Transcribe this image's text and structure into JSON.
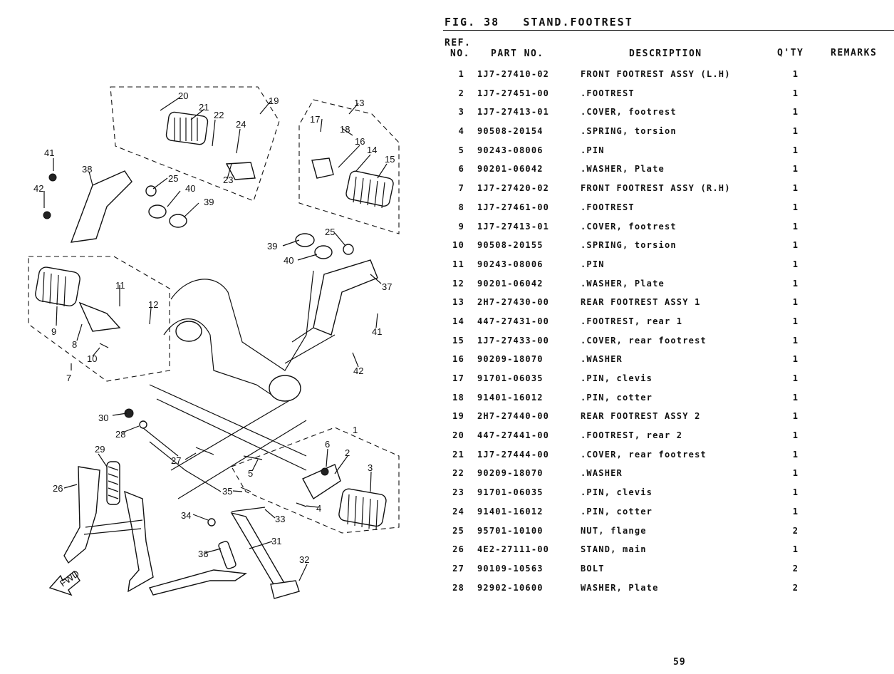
{
  "figure": {
    "label": "FIG. 38",
    "title": "STAND.FOOTREST"
  },
  "table": {
    "headers": {
      "ref_line1": "REF.",
      "ref_line2": "NO.",
      "part": "PART NO.",
      "desc": "DESCRIPTION",
      "qty": "Q'TY",
      "remarks": "REMARKS"
    },
    "rows": [
      {
        "ref": "1",
        "part": "1J7-27410-02",
        "desc": "FRONT FOOTREST ASSY (L.H)",
        "qty": "1"
      },
      {
        "ref": "2",
        "part": "1J7-27451-00",
        "desc": ".FOOTREST",
        "qty": "1"
      },
      {
        "ref": "3",
        "part": "1J7-27413-01",
        "desc": ".COVER, footrest",
        "qty": "1"
      },
      {
        "ref": "4",
        "part": "90508-20154",
        "desc": ".SPRING, torsion",
        "qty": "1"
      },
      {
        "ref": "5",
        "part": "90243-08006",
        "desc": ".PIN",
        "qty": "1"
      },
      {
        "ref": "6",
        "part": "90201-06042",
        "desc": ".WASHER, Plate",
        "qty": "1"
      },
      {
        "ref": "7",
        "part": "1J7-27420-02",
        "desc": "FRONT FOOTREST ASSY (R.H)",
        "qty": "1"
      },
      {
        "ref": "8",
        "part": "1J7-27461-00",
        "desc": ".FOOTREST",
        "qty": "1"
      },
      {
        "ref": "9",
        "part": "1J7-27413-01",
        "desc": ".COVER, footrest",
        "qty": "1"
      },
      {
        "ref": "10",
        "part": "90508-20155",
        "desc": ".SPRING, torsion",
        "qty": "1"
      },
      {
        "ref": "11",
        "part": "90243-08006",
        "desc": ".PIN",
        "qty": "1"
      },
      {
        "ref": "12",
        "part": "90201-06042",
        "desc": ".WASHER, Plate",
        "qty": "1"
      },
      {
        "ref": "13",
        "part": "2H7-27430-00",
        "desc": "REAR FOOTREST ASSY 1",
        "qty": "1"
      },
      {
        "ref": "14",
        "part": "447-27431-00",
        "desc": ".FOOTREST, rear 1",
        "qty": "1"
      },
      {
        "ref": "15",
        "part": "1J7-27433-00",
        "desc": ".COVER, rear footrest",
        "qty": "1"
      },
      {
        "ref": "16",
        "part": "90209-18070",
        "desc": ".WASHER",
        "qty": "1"
      },
      {
        "ref": "17",
        "part": "91701-06035",
        "desc": ".PIN, clevis",
        "qty": "1"
      },
      {
        "ref": "18",
        "part": "91401-16012",
        "desc": ".PIN, cotter",
        "qty": "1"
      },
      {
        "ref": "19",
        "part": "2H7-27440-00",
        "desc": "REAR FOOTREST ASSY 2",
        "qty": "1"
      },
      {
        "ref": "20",
        "part": "447-27441-00",
        "desc": ".FOOTREST, rear 2",
        "qty": "1"
      },
      {
        "ref": "21",
        "part": "1J7-27444-00",
        "desc": ".COVER, rear footrest",
        "qty": "1"
      },
      {
        "ref": "22",
        "part": "90209-18070",
        "desc": ".WASHER",
        "qty": "1"
      },
      {
        "ref": "23",
        "part": "91701-06035",
        "desc": ".PIN, clevis",
        "qty": "1"
      },
      {
        "ref": "24",
        "part": "91401-16012",
        "desc": ".PIN, cotter",
        "qty": "1"
      },
      {
        "ref": "25",
        "part": "95701-10100",
        "desc": "NUT, flange",
        "qty": "2"
      },
      {
        "ref": "26",
        "part": "4E2-27111-00",
        "desc": "STAND, main",
        "qty": "1"
      },
      {
        "ref": "27",
        "part": "90109-10563",
        "desc": "BOLT",
        "qty": "2"
      },
      {
        "ref": "28",
        "part": "92902-10600",
        "desc": "WASHER, Plate",
        "qty": "2"
      }
    ]
  },
  "diagram": {
    "fwd_label": "FWD",
    "callouts": [
      "1",
      "2",
      "3",
      "4",
      "5",
      "6",
      "7",
      "8",
      "9",
      "10",
      "11",
      "12",
      "13",
      "14",
      "15",
      "16",
      "17",
      "18",
      "19",
      "20",
      "21",
      "22",
      "23",
      "24",
      "25",
      "26",
      "27",
      "28",
      "29",
      "30",
      "31",
      "32",
      "33",
      "34",
      "35",
      "36",
      "37",
      "38",
      "39",
      "40",
      "41",
      "42"
    ]
  },
  "page_number": "59"
}
